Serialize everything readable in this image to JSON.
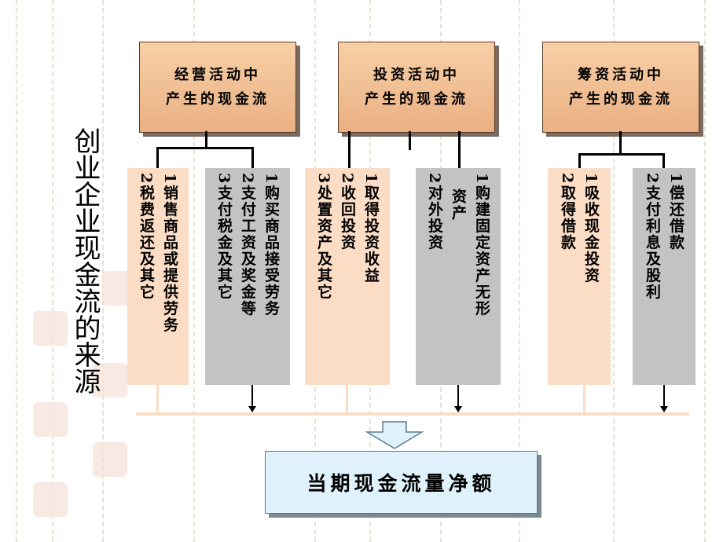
{
  "title": "创业企业现金流的来源",
  "categories": [
    {
      "heading_line1": "经营活动中",
      "heading_line2": "产生的现金流"
    },
    {
      "heading_line1": "投资活动中",
      "heading_line2": "产生的现金流"
    },
    {
      "heading_line1": "筹资活动中",
      "heading_line2": "产生的现金流"
    }
  ],
  "columns": [
    {
      "lines": [
        "1销售商品或提供劳务",
        "2税费返还及其它"
      ]
    },
    {
      "lines": [
        "1购买商品接受劳务",
        "2支付工资及奖金等",
        "3支付税金及其它"
      ]
    },
    {
      "lines": [
        "1取得投资收益",
        "2收回投资",
        "3处置资产及其它"
      ]
    },
    {
      "lines": [
        "1购建固定资产无形",
        "资产",
        "2对外投资"
      ]
    },
    {
      "lines": [
        "1吸收现金投资",
        "2取得借款"
      ]
    },
    {
      "lines": [
        "1偿还借款",
        "2支付利息及股利"
      ]
    }
  ],
  "result": "当期现金流量净额",
  "colors": {
    "header_fill": "#f3c096",
    "inflow_fill": "#fbdcc4",
    "outflow_fill": "#c3c3c3",
    "result_fill": "#dff2fb"
  }
}
